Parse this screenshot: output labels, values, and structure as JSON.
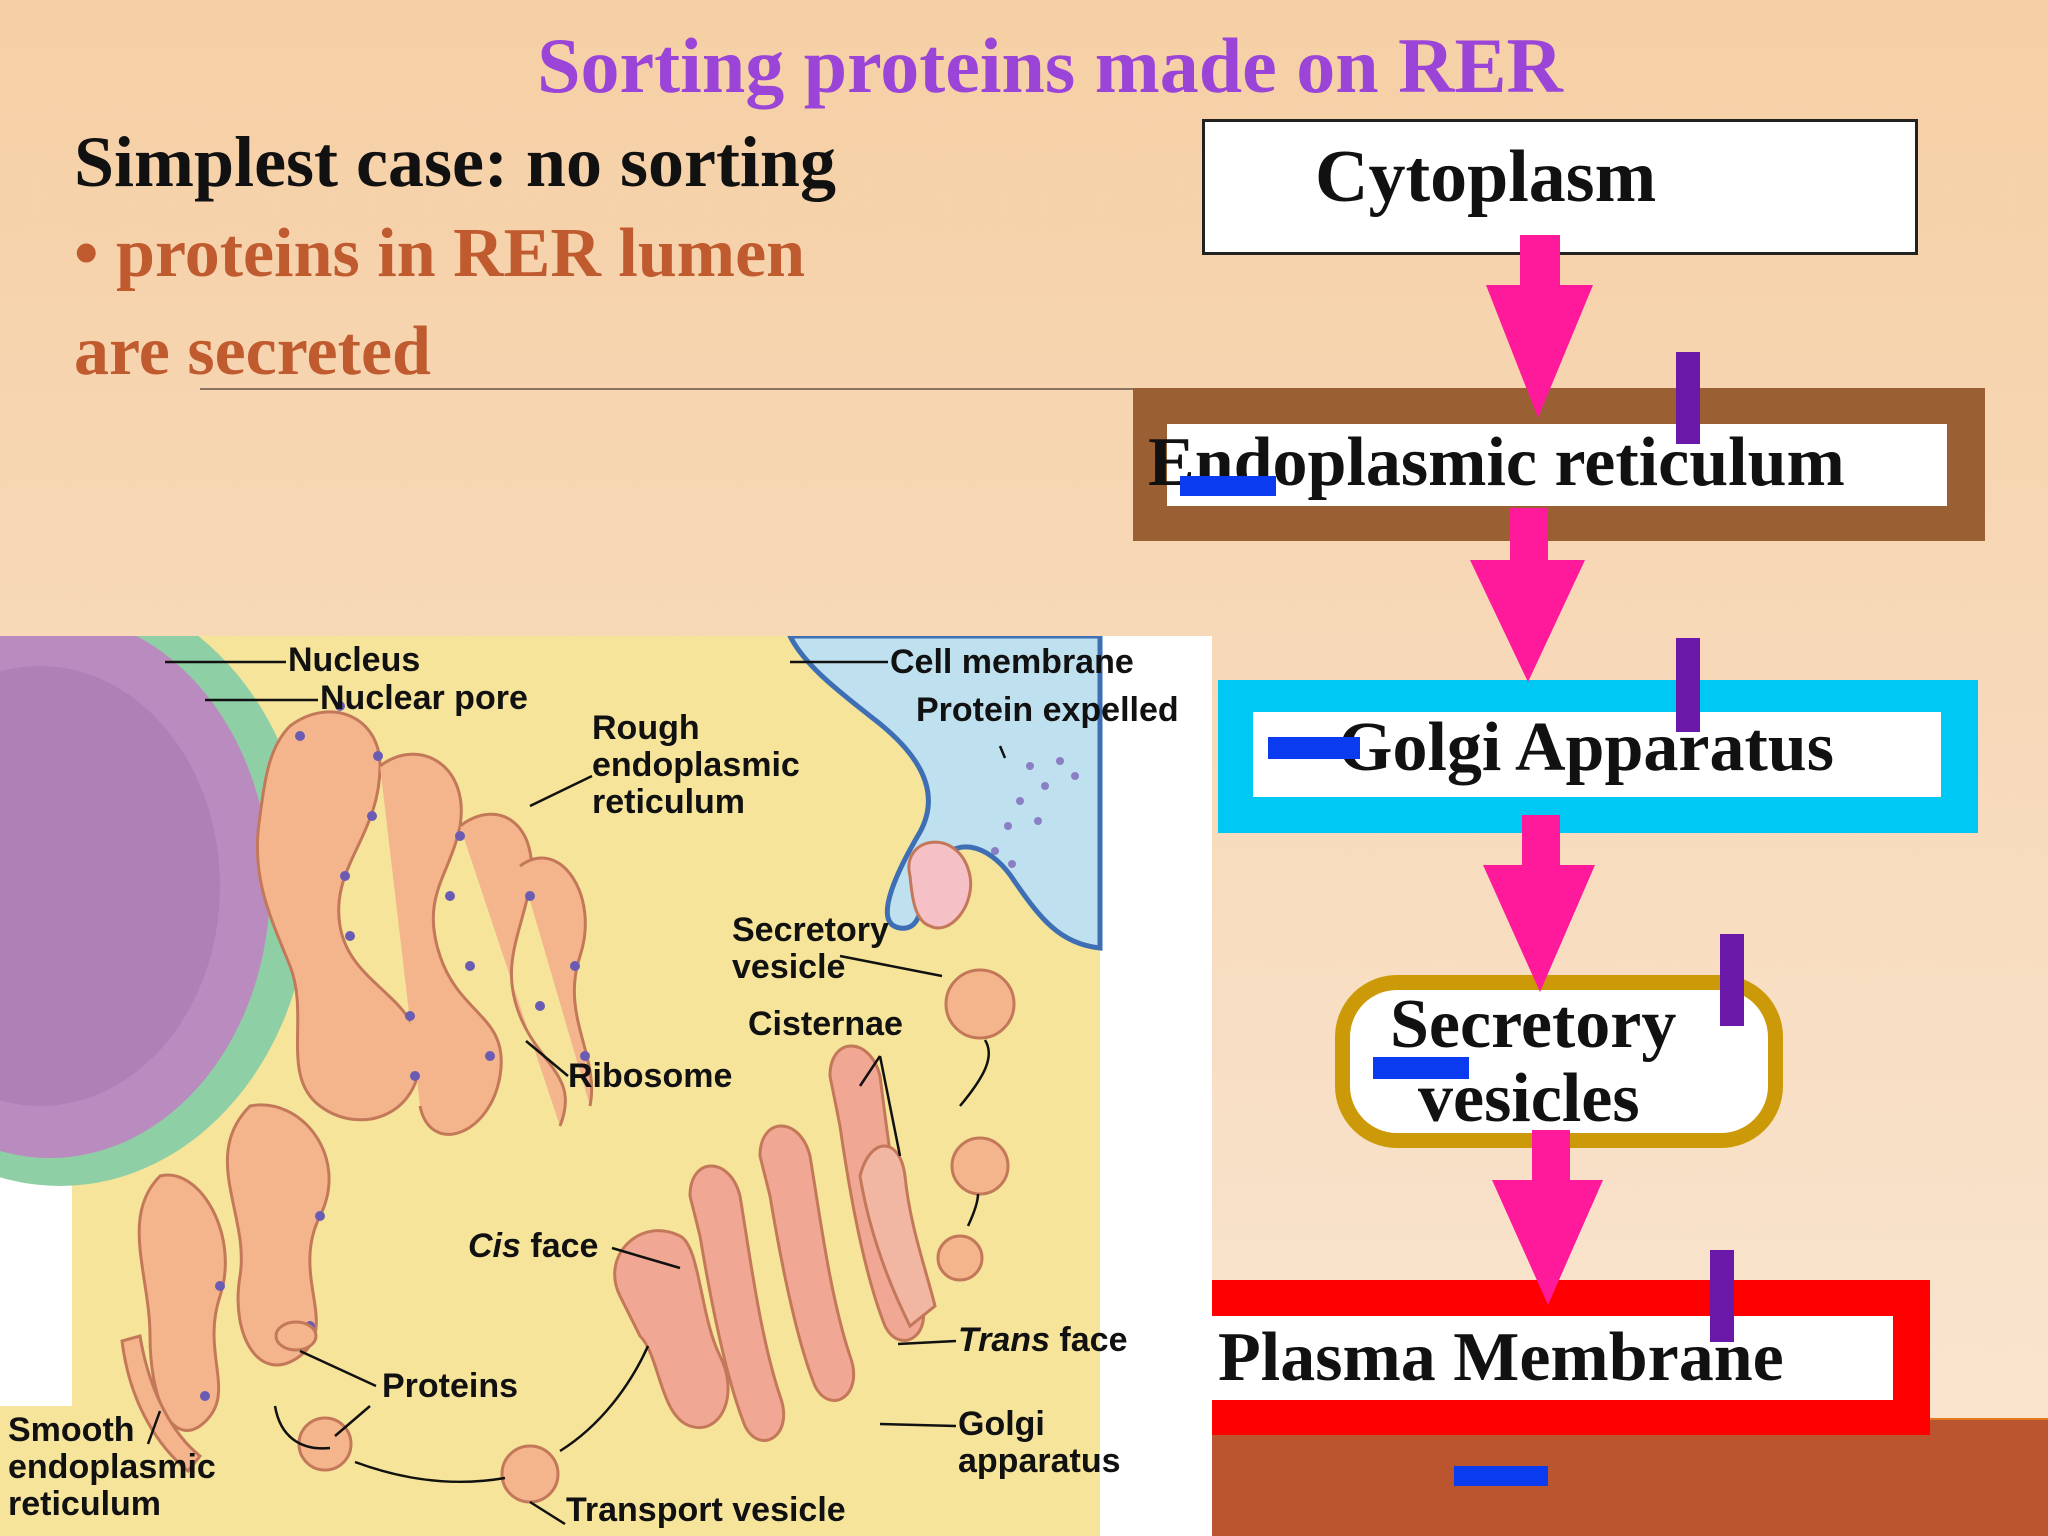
{
  "slide": {
    "title": "Sorting proteins made on RER",
    "subtitle": "Simplest case: no sorting",
    "bullet_line1": "• proteins in RER lumen",
    "bullet_line2": "are secreted"
  },
  "flow": {
    "cytoplasm": "Cytoplasm",
    "er": "Endoplasmic reticulum",
    "golgi": "Golgi Apparatus",
    "secretory_line1": "Secretory",
    "secretory_line2": "vesicles",
    "plasma": "Plasma Membrane"
  },
  "colors": {
    "title": "#9b45d8",
    "bullet": "#c05a2f",
    "arrow": "#ff1a9c",
    "er_border": "#9a6034",
    "golgi_border": "#00c8f4",
    "vesicle_border": "#cc9a08",
    "plasma_border": "#ff0000"
  },
  "cell_labels": {
    "nucleus": "Nucleus",
    "nuclear_pore": "Nuclear pore",
    "rough_er_1": "Rough",
    "rough_er_2": "endoplasmic",
    "rough_er_3": "reticulum",
    "cell_membrane": "Cell membrane",
    "protein_expelled": "Protein expelled",
    "secretory_vesicle_1": "Secretory",
    "secretory_vesicle_2": "vesicle",
    "cisternae": "Cisternae",
    "ribosome": "Ribosome",
    "cis_face_1": "Cis",
    "cis_face_2": " face",
    "trans_face_1": "Trans",
    "trans_face_2": " face",
    "proteins": "Proteins",
    "golgi_1": "Golgi",
    "golgi_2": "apparatus",
    "smooth_er_1": "Smooth",
    "smooth_er_2": "endoplasmic",
    "smooth_er_3": "reticulum",
    "transport_vesicle": "Transport vesicle"
  }
}
